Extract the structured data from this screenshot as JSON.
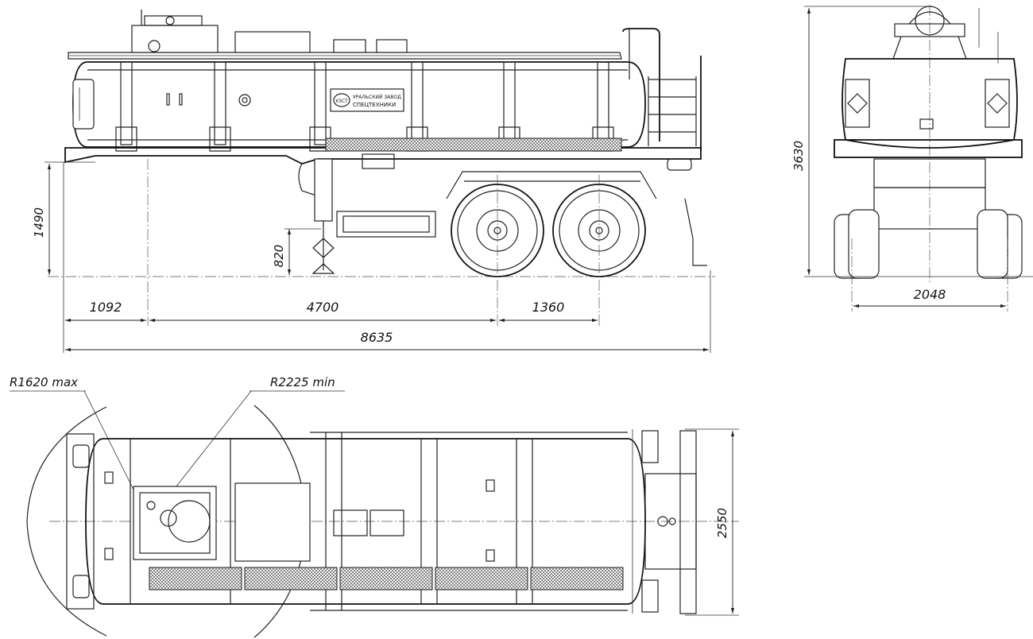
{
  "dimensions": {
    "height_hitch": "1490",
    "support_height": "820",
    "front_overhang": "1092",
    "wheelbase": "4700",
    "axle_spacing": "1360",
    "total_length": "8635",
    "total_height": "3630",
    "track_width": "2048",
    "total_width": "2550"
  },
  "radii": {
    "front_swing": "R1620 max",
    "turn_clearance": "R2225 min"
  },
  "logo": {
    "line1": "УРАЛЬСКИЙ ЗАВОД",
    "line2": "СПЕЦТЕХНИКИ",
    "mark": "УЗСТ"
  },
  "colors": {
    "line": "#222222",
    "background": "#ffffff"
  }
}
